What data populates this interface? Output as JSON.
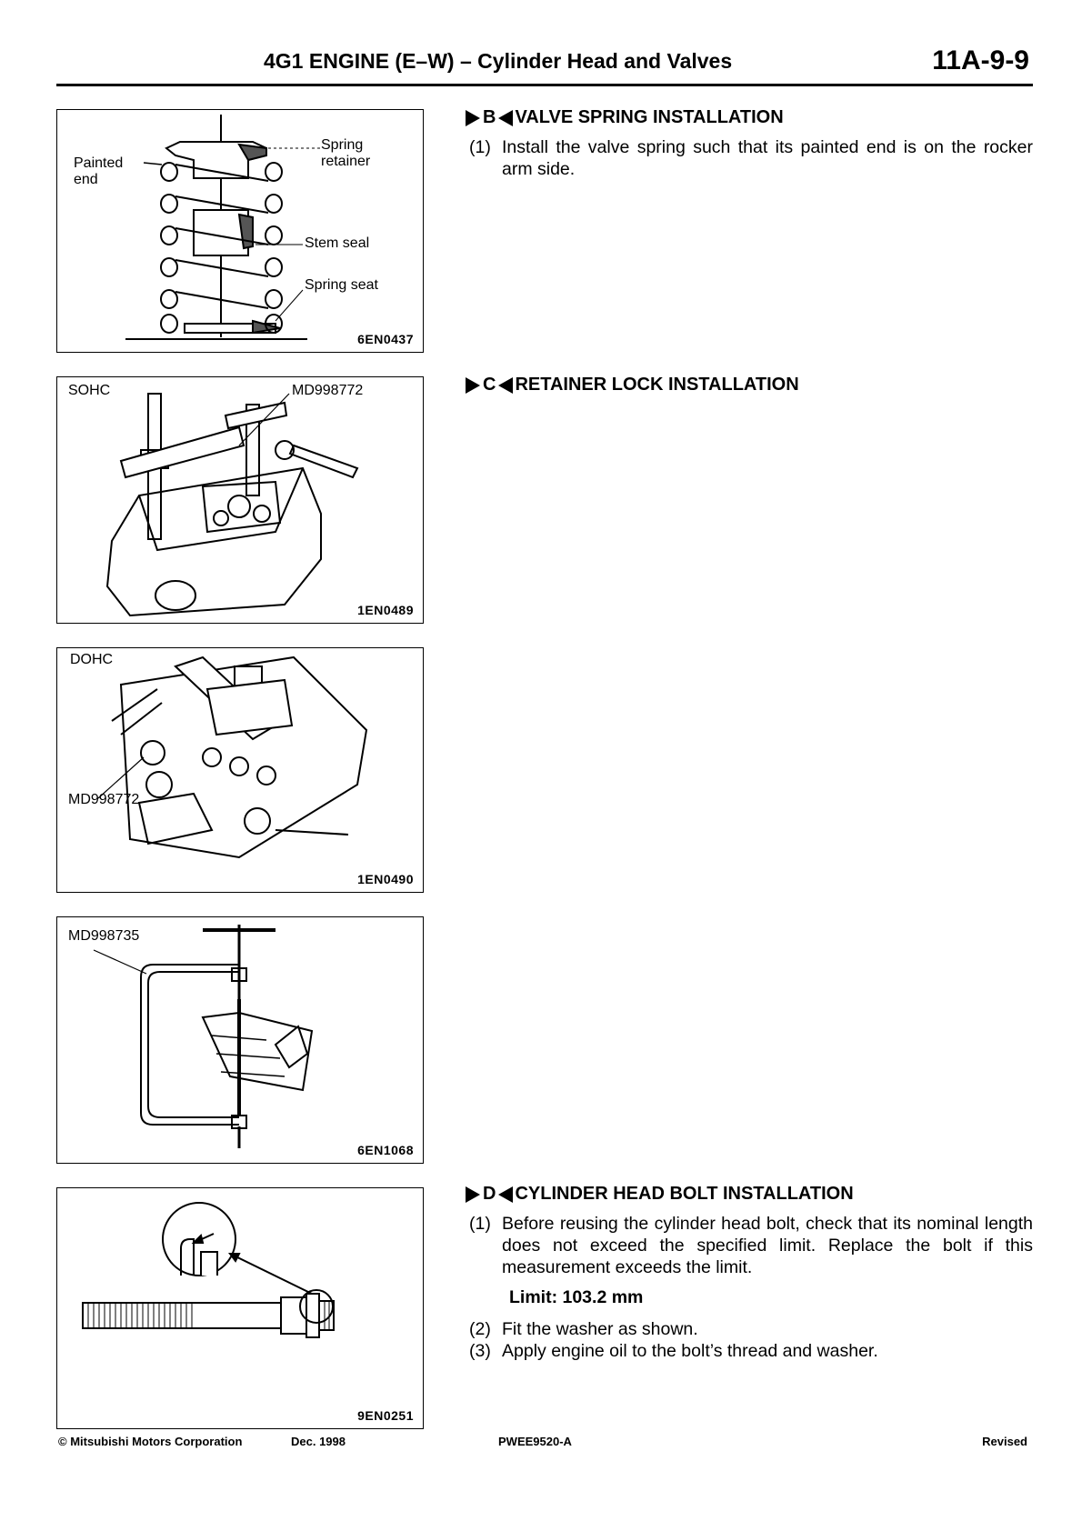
{
  "header": {
    "title": "4G1 ENGINE (E–W) – Cylinder Head and Valves",
    "page_number": "11A-9-9"
  },
  "figures": [
    {
      "code": "6EN0437",
      "labels": {
        "painted": "Painted",
        "end": "end",
        "spring": "Spring",
        "retainer": "retainer",
        "stem_seal": "Stem seal",
        "spring_seat": "Spring seat"
      }
    },
    {
      "code": "1EN0489",
      "labels": {
        "variant": "SOHC",
        "tool": "MD998772"
      }
    },
    {
      "code": "1EN0490",
      "labels": {
        "variant": "DOHC",
        "tool": "MD998772"
      }
    },
    {
      "code": "6EN1068",
      "labels": {
        "tool": "MD998735"
      }
    },
    {
      "code": "9EN0251"
    }
  ],
  "sections": {
    "b": {
      "letter": "B",
      "title": "VALVE SPRING INSTALLATION",
      "steps": [
        {
          "num": "(1)",
          "text": "Install the valve spring such that its painted end is on the rocker arm side."
        }
      ]
    },
    "c": {
      "letter": "C",
      "title": "RETAINER LOCK INSTALLATION"
    },
    "d": {
      "letter": "D",
      "title": "CYLINDER HEAD BOLT INSTALLATION",
      "steps": [
        {
          "num": "(1)",
          "text": "Before reusing the cylinder head bolt, check that its nominal length does not exceed the specified limit. Replace the bolt if this measurement exceeds the limit."
        },
        {
          "num": "(2)",
          "text": "Fit the washer as shown."
        },
        {
          "num": "(3)",
          "text": "Apply engine oil to the bolt’s thread and washer."
        }
      ],
      "limit": "Limit: 103.2 mm"
    }
  },
  "footer": {
    "copyright": "© Mitsubishi Motors Corporation",
    "date": "Dec. 1998",
    "doc_code": "PWEE9520-A",
    "status": "Revised"
  }
}
